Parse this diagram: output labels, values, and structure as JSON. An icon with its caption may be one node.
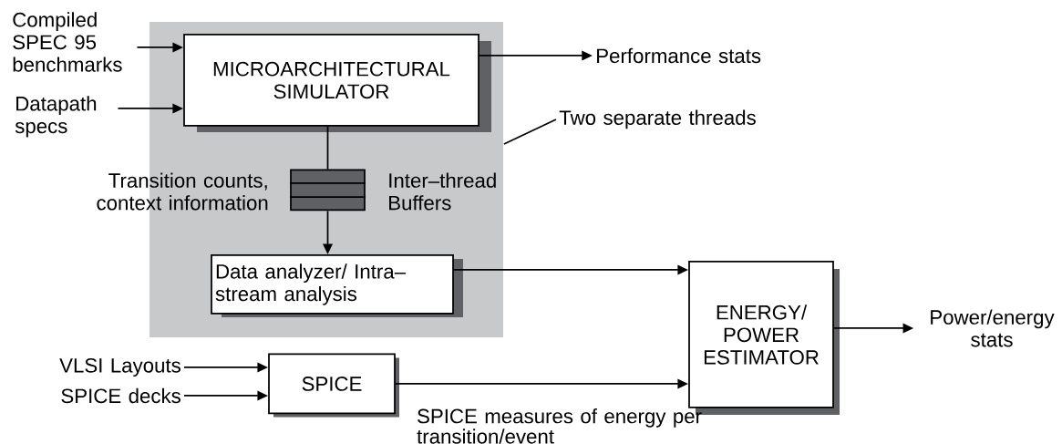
{
  "diagram": {
    "nodes": [
      {
        "text": [],
        "shape": "box"
      },
      {
        "text": [
          "MICROARCHITECTURAL SIMULATOR"
        ],
        "in": 0
      },
      {
        "text": [],
        "shape": "bar",
        "in": 0,
        "beside": [
          "Transition counts, context information",
          "Inter–thread Buffers"
        ]
      },
      {
        "text": [
          "Data analyzer/ Intra–stream analysis"
        ],
        "in": 0
      },
      {
        "text": [
          "Compiled SPEC 95 benchmarks"
        ]
      },
      {
        "text": [
          "Datapath specs"
        ]
      },
      {
        "text": [
          "Performance stats"
        ]
      },
      {
        "text": [
          "Two separate threads"
        ]
      },
      {
        "text": [
          "VLSI Layouts"
        ]
      },
      {
        "text": [
          "SPICE decks"
        ]
      },
      {
        "text": [
          "SPICE"
        ]
      },
      {
        "text": [
          "ENERGY/ POWER ESTIMATOR"
        ]
      },
      {
        "text": [
          "Power/energy stats"
        ]
      }
    ],
    "edges": [
      {
        "from": 4,
        "to": 1,
        "arrow": "to"
      },
      {
        "from": 5,
        "to": 1,
        "arrow": "to"
      },
      {
        "from": 1,
        "to": 6,
        "arrow": "to"
      },
      {
        "from": 7,
        "to": 0,
        "arrow": "none"
      },
      {
        "from": 1,
        "to": 2,
        "arrow": "none"
      },
      {
        "from": 2,
        "to": 3,
        "arrow": "to"
      },
      {
        "from": 3,
        "to": 11,
        "arrow": "to"
      },
      {
        "from": 8,
        "to": 10,
        "arrow": "to"
      },
      {
        "from": 9,
        "to": 10,
        "arrow": "to"
      },
      {
        "from": 10,
        "to": 11,
        "arrow": "to",
        "label": "SPICE measures of energy per transition/event"
      },
      {
        "from": 11,
        "to": 12,
        "arrow": "to"
      }
    ]
  }
}
